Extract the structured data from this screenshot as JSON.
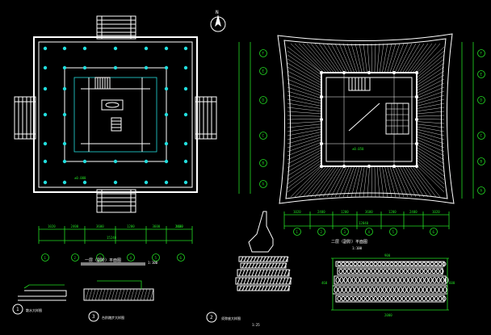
{
  "north_label": "N",
  "plans": [
    {
      "key": "plan1",
      "title": "一层（副阶）平面图",
      "scale": "1:100"
    },
    {
      "key": "plan2",
      "title": "二层（副阶）平面图",
      "scale": "1:100"
    }
  ],
  "details": [
    {
      "key": "d1",
      "number": "1",
      "title": "散水大样图"
    },
    {
      "key": "d3",
      "number": "3",
      "title": "台阶踏步大样图"
    },
    {
      "key": "d2",
      "number": "2",
      "title": "须弥座大样图",
      "scale": "1:25"
    }
  ],
  "grid_numbers": [
    "1",
    "2",
    "3",
    "4",
    "5",
    "6"
  ],
  "grid_letters": [
    "F",
    "E",
    "D",
    "C",
    "B",
    "A"
  ],
  "dims_plan1": [
    "1020",
    "2400",
    "3600",
    "1200",
    "3600",
    "2400",
    "1020"
  ],
  "dims_plan1_total": "15240",
  "dims_plan2": [
    "1020",
    "2400",
    "1200",
    "3600",
    "1200",
    "2400",
    "1020"
  ],
  "dims_plan2_total": "12840",
  "note_plan1": "±0.000",
  "note_plan2": "±0.050",
  "detail_dims": [
    "900",
    "2000",
    "460",
    "600"
  ]
}
